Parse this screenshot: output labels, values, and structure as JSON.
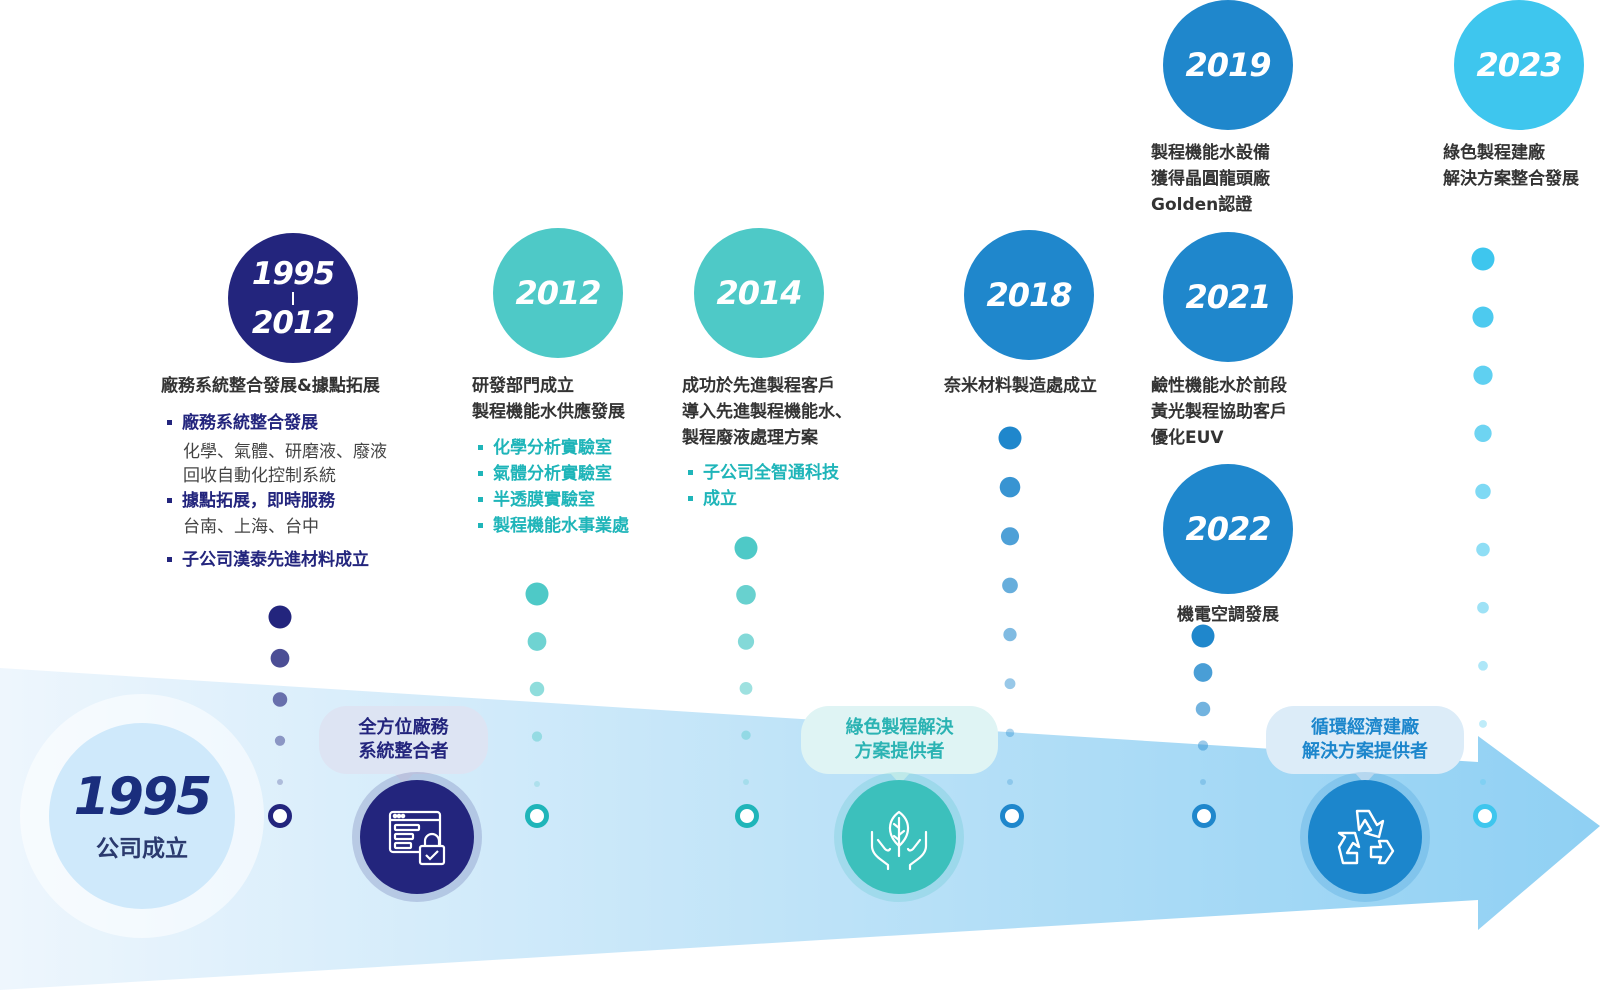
{
  "start": {
    "year": "1995",
    "label": "公司成立"
  },
  "colors": {
    "navy": "#23257d",
    "teal": "#4ec9c7",
    "blue": "#1f87cc",
    "sky": "#3ec6ee",
    "arrow_light": "#eef6fd",
    "arrow_dark": "#8fd0f3"
  },
  "milestones": [
    {
      "id": "1995-2012",
      "year_start": "1995",
      "year_end": "2012",
      "color": "#23257d",
      "title": "廠務系統整合發展&據點拓展",
      "items": [
        {
          "label": "廠務系統整合發展",
          "detail": [
            "化學、氣體、研磨液、廢液",
            "回收自動化控制系統"
          ]
        },
        {
          "label": "據點拓展，即時服務",
          "detail": [
            "台南、上海、台中"
          ]
        },
        {
          "label": "子公司漢泰先進材料成立",
          "detail": []
        }
      ]
    },
    {
      "id": "2012",
      "year": "2012",
      "color": "#4ec9c7",
      "title_lines": [
        "研發部門成立",
        "製程機能水供應發展"
      ],
      "items": [
        "化學分析實驗室",
        "氣體分析實驗室",
        "半透膜實驗室",
        "製程機能水事業處"
      ]
    },
    {
      "id": "2014",
      "year": "2014",
      "color": "#4ec9c7",
      "title_lines": [
        "成功於先進製程客戶",
        "導入先進製程機能水、",
        "製程廢液處理方案"
      ],
      "items": [
        "子公司全智通科技",
        "成立"
      ]
    },
    {
      "id": "2018",
      "year": "2018",
      "color": "#1f87cc",
      "title_lines": [
        "奈米材料製造處成立"
      ]
    },
    {
      "id": "2019",
      "year": "2019",
      "color": "#1f87cc",
      "title_lines": [
        "製程機能水設備",
        "獲得晶圓龍頭廠",
        "Golden認證"
      ]
    },
    {
      "id": "2021",
      "year": "2021",
      "color": "#1f87cc",
      "title_lines": [
        "鹼性機能水於前段",
        "黃光製程協助客戶",
        "優化EUV"
      ]
    },
    {
      "id": "2022",
      "year": "2022",
      "color": "#1f87cc",
      "title_lines": [
        "機電空調發展"
      ]
    },
    {
      "id": "2023",
      "year": "2023",
      "color": "#3ec6ee",
      "title_lines": [
        "綠色製程建廠",
        "解決方案整合發展"
      ]
    }
  ],
  "stages": [
    {
      "id": "integrator",
      "lines": [
        "全方位廠務",
        "系統整合者"
      ],
      "icon": "dashboard-lock-icon",
      "color": "#23257d",
      "pill_bg": "#dde4f3"
    },
    {
      "id": "green",
      "lines": [
        "綠色製程解決",
        "方案提供者"
      ],
      "icon": "hands-leaf-icon",
      "color": "#3cc0bc",
      "pill_bg": "#dff4f4"
    },
    {
      "id": "circular",
      "lines": [
        "循環經濟建廠",
        "解決方案提供者"
      ],
      "icon": "recycle-icon",
      "color": "#1c86cc",
      "pill_bg": "#dcecf8"
    }
  ]
}
